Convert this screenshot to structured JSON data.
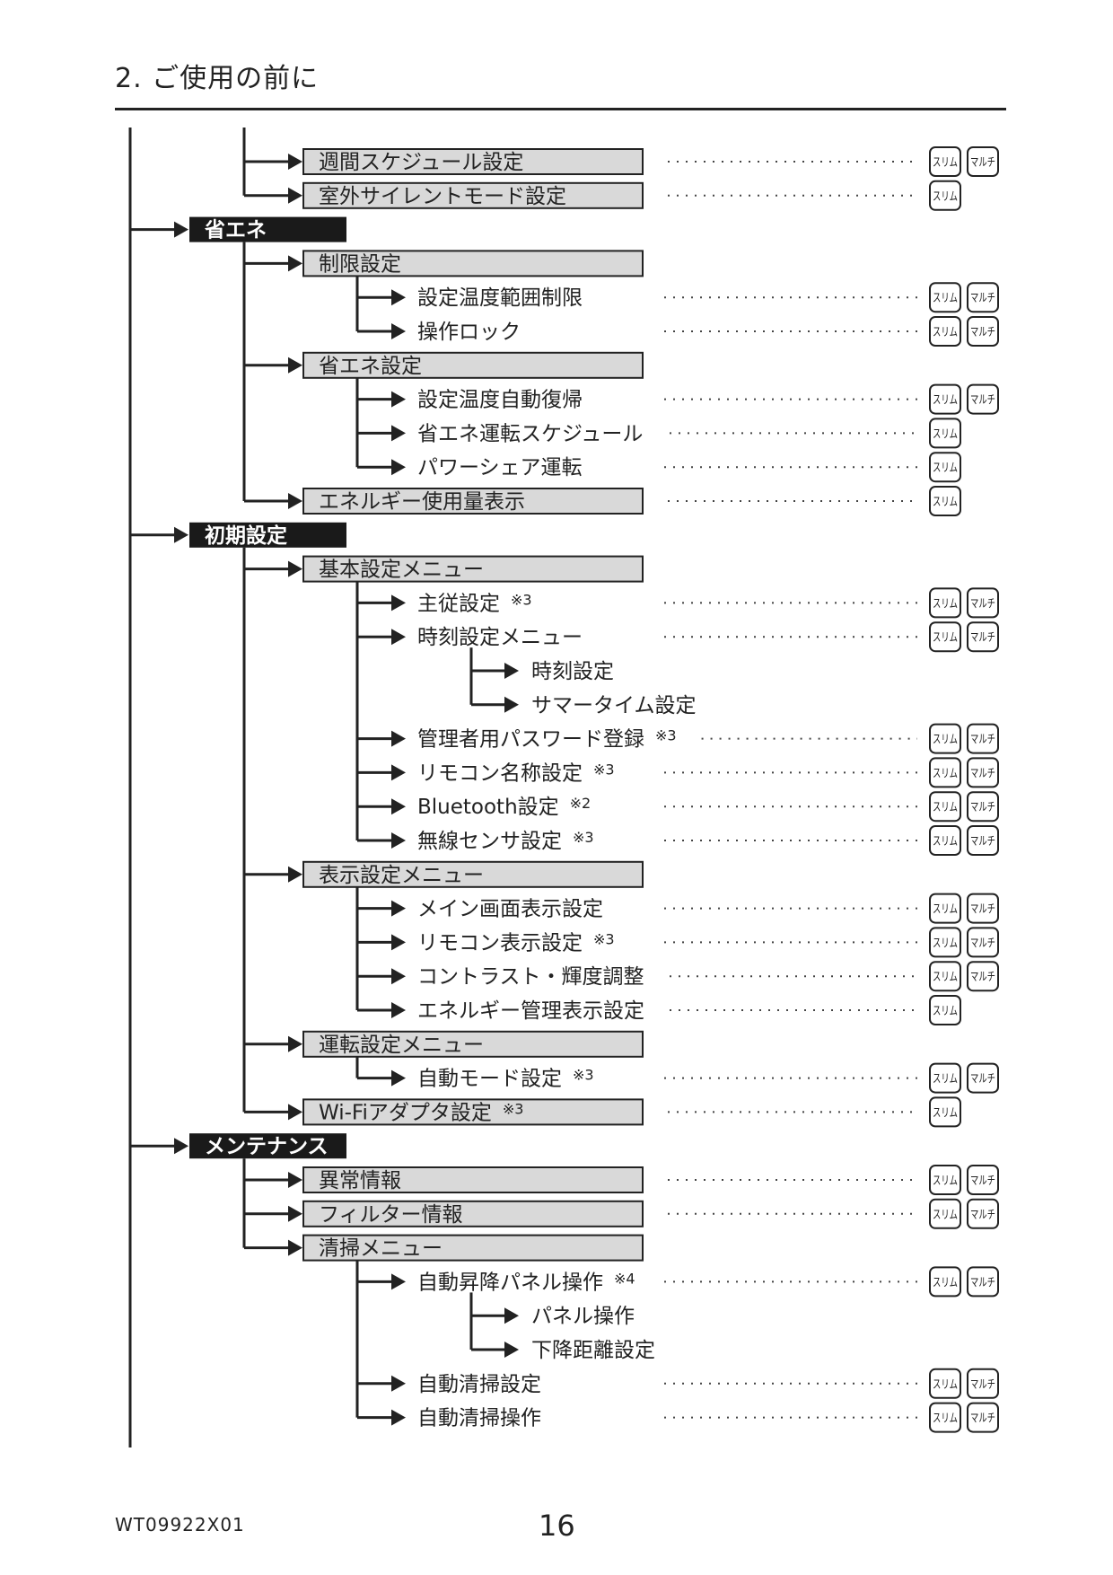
{
  "header": {
    "title": "2. ご使用の前に"
  },
  "footer": {
    "doc_code": "WT09922X01",
    "page_number": "16"
  },
  "badges": {
    "slim": "スリム",
    "multi": "マルチ"
  },
  "menu_tree": [
    {
      "text": "週間スケジュール設定",
      "level": 1,
      "style": "box",
      "badges": [
        "slim",
        "multi"
      ]
    },
    {
      "text": "室外サイレントモード設定",
      "level": 1,
      "style": "box",
      "badges": [
        "slim"
      ]
    },
    {
      "text": "省エネ",
      "level": 0,
      "style": "cat"
    },
    {
      "text": "制限設定",
      "level": 1,
      "style": "box"
    },
    {
      "text": "設定温度範囲制限",
      "level": 2,
      "style": "plain",
      "badges": [
        "slim",
        "multi"
      ]
    },
    {
      "text": "操作ロック",
      "level": 2,
      "style": "plain",
      "badges": [
        "slim",
        "multi"
      ]
    },
    {
      "text": "省エネ設定",
      "level": 1,
      "style": "box"
    },
    {
      "text": "設定温度自動復帰",
      "level": 2,
      "style": "plain",
      "badges": [
        "slim",
        "multi"
      ]
    },
    {
      "text": "省エネ運転スケジュール",
      "level": 2,
      "style": "plain",
      "badges": [
        "slim"
      ]
    },
    {
      "text": "パワーシェア運転",
      "level": 2,
      "style": "plain",
      "badges": [
        "slim"
      ]
    },
    {
      "text": "エネルギー使用量表示",
      "level": 1,
      "style": "box",
      "badges": [
        "slim"
      ]
    },
    {
      "text": "初期設定",
      "level": 0,
      "style": "cat"
    },
    {
      "text": "基本設定メニュー",
      "level": 1,
      "style": "box"
    },
    {
      "text": "主従設定",
      "note": "※3",
      "level": 2,
      "style": "plain",
      "badges": [
        "slim",
        "multi"
      ]
    },
    {
      "text": "時刻設定メニュー",
      "level": 2,
      "style": "plain",
      "badges": [
        "slim",
        "multi"
      ]
    },
    {
      "text": "時刻設定",
      "level": 3,
      "style": "plain"
    },
    {
      "text": "サマータイム設定",
      "level": 3,
      "style": "plain"
    },
    {
      "text": "管理者用パスワード登録",
      "note": "※3",
      "level": 2,
      "style": "plain",
      "badges": [
        "slim",
        "multi"
      ]
    },
    {
      "text": "リモコン名称設定",
      "note": "※3",
      "level": 2,
      "style": "plain",
      "badges": [
        "slim",
        "multi"
      ]
    },
    {
      "text": "Bluetooth設定",
      "note": "※2",
      "level": 2,
      "style": "plain",
      "badges": [
        "slim",
        "multi"
      ]
    },
    {
      "text": "無線センサ設定",
      "note": "※3",
      "level": 2,
      "style": "plain",
      "badges": [
        "slim",
        "multi"
      ]
    },
    {
      "text": "表示設定メニュー",
      "level": 1,
      "style": "box"
    },
    {
      "text": "メイン画面表示設定",
      "level": 2,
      "style": "plain",
      "badges": [
        "slim",
        "multi"
      ]
    },
    {
      "text": "リモコン表示設定",
      "note": "※3",
      "level": 2,
      "style": "plain",
      "badges": [
        "slim",
        "multi"
      ]
    },
    {
      "text": "コントラスト・輝度調整",
      "level": 2,
      "style": "plain",
      "badges": [
        "slim",
        "multi"
      ]
    },
    {
      "text": "エネルギー管理表示設定",
      "level": 2,
      "style": "plain",
      "badges": [
        "slim"
      ]
    },
    {
      "text": "運転設定メニュー",
      "level": 1,
      "style": "box"
    },
    {
      "text": "自動モード設定",
      "note": "※3",
      "level": 2,
      "style": "plain",
      "badges": [
        "slim",
        "multi"
      ]
    },
    {
      "text": "Wi-Fiアダプタ設定",
      "note": "※3",
      "level": 1,
      "style": "box",
      "badges": [
        "slim"
      ]
    },
    {
      "text": "メンテナンス",
      "level": 0,
      "style": "cat"
    },
    {
      "text": "異常情報",
      "level": 1,
      "style": "box",
      "badges": [
        "slim",
        "multi"
      ]
    },
    {
      "text": "フィルター情報",
      "level": 1,
      "style": "box",
      "badges": [
        "slim",
        "multi"
      ]
    },
    {
      "text": "清掃メニュー",
      "level": 1,
      "style": "box"
    },
    {
      "text": "自動昇降パネル操作",
      "note": "※4",
      "level": 2,
      "style": "plain",
      "badges": [
        "slim",
        "multi"
      ]
    },
    {
      "text": "パネル操作",
      "level": 3,
      "style": "plain"
    },
    {
      "text": "下降距離設定",
      "level": 3,
      "style": "plain"
    },
    {
      "text": "自動清掃設定",
      "level": 2,
      "style": "plain",
      "badges": [
        "slim",
        "multi"
      ]
    },
    {
      "text": "自動清掃操作",
      "level": 2,
      "style": "plain",
      "badges": [
        "slim",
        "multi"
      ]
    }
  ]
}
